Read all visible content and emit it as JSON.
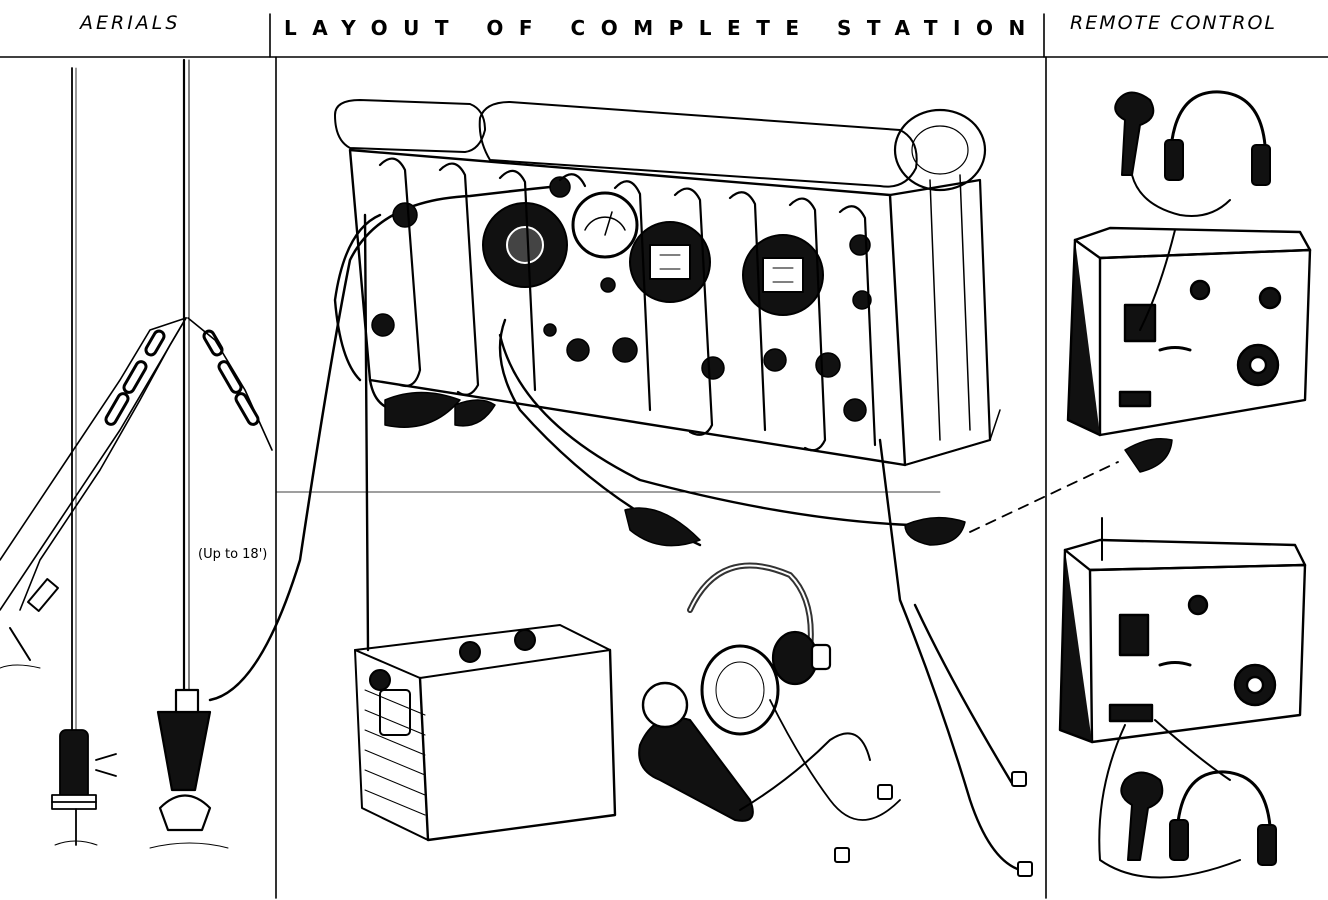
{
  "headers": {
    "aerials": "AERIALS",
    "station": "LAYOUT OF COMPLETE STATION",
    "remote": "REMOTE CONTROL"
  },
  "annotations": {
    "mast_height": "(Up to 18')"
  }
}
